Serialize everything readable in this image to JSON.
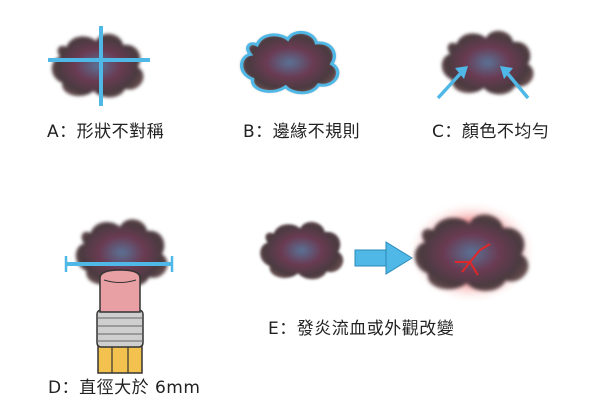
{
  "labels": {
    "a": "A：形狀不對稱",
    "b": "B：邊緣不規則",
    "c": "C：顏色不均勻",
    "d": "D：直徑大於 6mm",
    "e": "E：發炎流血或外觀改變"
  },
  "colors": {
    "accent": "#4fb8e6",
    "lesion": "#4a3a48",
    "lesion_blue": "#5a7296",
    "lesion_red": "#8a2a3a",
    "inflame": "#e03030"
  }
}
